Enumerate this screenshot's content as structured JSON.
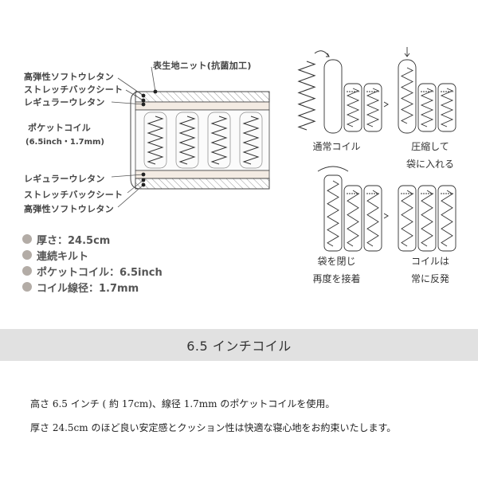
{
  "diagram": {
    "left_labels_top": [
      "高弾性ソフトウレタン",
      "ストレッチバックシート",
      "レギュラーウレタン"
    ],
    "right_label": "表生地ニット(抗菌加工)",
    "coil_label": "ポケットコイル",
    "coil_size": "(6.5inch・1.7mm)",
    "left_labels_bottom": [
      "レギュラーウレタン",
      "ストレッチバックシート",
      "高弾性ソフトウレタン"
    ]
  },
  "specs": [
    "厚さ：24.5cm",
    "連続キルト",
    "ポケットコイル：6.5inch",
    "コイル線径：1.7mm"
  ],
  "steps": [
    {
      "line1": "通常コイル",
      "line2": ""
    },
    {
      "line1": "圧縮して",
      "line2": "袋に入れる"
    },
    {
      "line1": "袋を閉じ",
      "line2": "再度を接着"
    },
    {
      "line1": "コイルは",
      "line2": "常に反発"
    }
  ],
  "banner_title": "6.5 インチコイル",
  "description": [
    "高さ 6.5 インチ ( 約 17cm)、線径 1.7mm のポケットコイルを使用。",
    "厚さ 24.5cm のほど良い安定感とクッション性は快適な寝心地をお約束いたします。"
  ],
  "colors": {
    "banner_bg": "#e1e1e1",
    "dot": "#b3aca6",
    "foam": "#f3ebe3"
  }
}
